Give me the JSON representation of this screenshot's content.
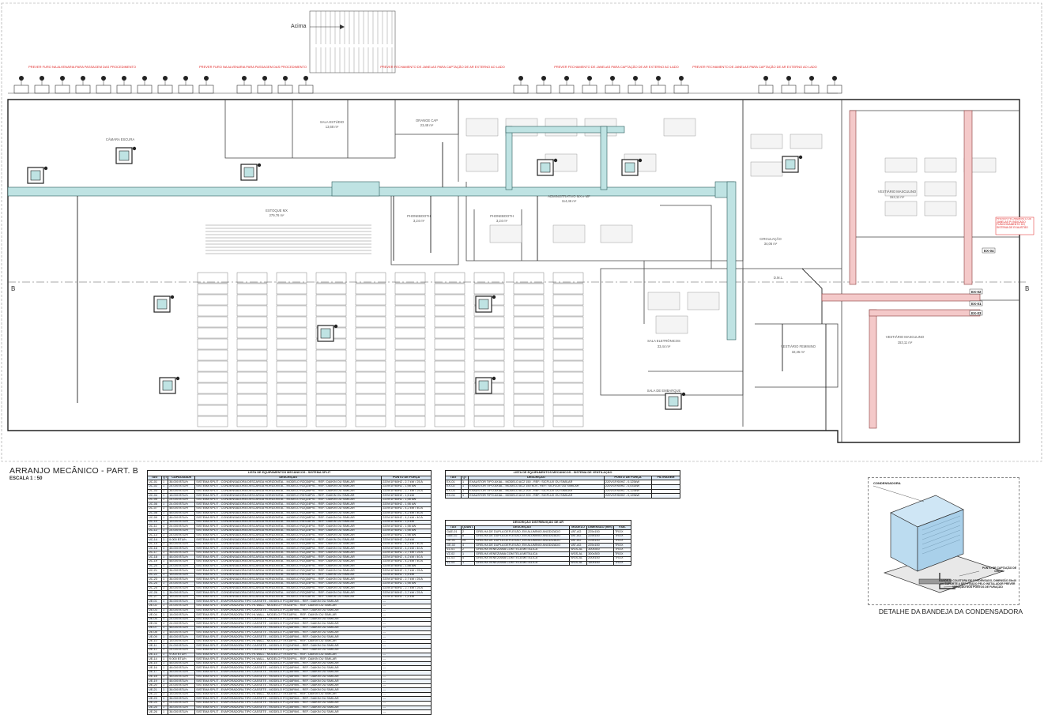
{
  "drawing": {
    "title": "ARRANJO MECÂNICO - PART. B",
    "scale": "ESCALA 1 : 50",
    "stair_label": "Acima",
    "section_mark": "B",
    "detail_title": "DETALHE DA BANDEJA DA CONDENSADORA",
    "detail_labels": {
      "condensadora": "CONDENSADORA",
      "ponto": "PONTO DE CAPTAÇÃO DE DRENO",
      "bandeja": "BANDEJA COLETORA DE CONDENSADO, DIMENSÃO 25x40 cm SUPORTE A SER FIXADO PELO INSTALADOR PREVER VEDAÇÃO NOS PONTOS DE FURAÇÃO"
    }
  },
  "rooms": [
    {
      "name": "CÂMARA ESCURA",
      "area": ""
    },
    {
      "name": "SALA ESTÚDIO",
      "area": "13,68 m²"
    },
    {
      "name": "ORANGE CAP",
      "area": "23,48 m²"
    },
    {
      "name": "ESTOQUE MX",
      "area": "279,76 m²"
    },
    {
      "name": "ADMINISTRATIVO MX e MF",
      "area": "114,46 m²"
    },
    {
      "name": "PHONEBOOTH",
      "area": "3,24 m²"
    },
    {
      "name": "PHONEBOOTH",
      "area": "3,24 m²"
    },
    {
      "name": "CIRCULAÇÃO",
      "area": "34,06 m²"
    },
    {
      "name": "VESTIÁRIO MASCULINO",
      "area": "153,11 m²"
    },
    {
      "name": "D.M.L.",
      "area": ""
    },
    {
      "name": "SALA ELETRÔNICOS",
      "area": "33,44 m²"
    },
    {
      "name": "VESTIÁRIO FEMININO",
      "area": "32,45 m²"
    },
    {
      "name": "VESTIÁRIO MASCULINO",
      "area": "153,11 m²"
    },
    {
      "name": "SALA DE EMBARQUE",
      "area": ""
    }
  ],
  "notes_red": [
    "PREVER FURO NA ALVENARIA PARA PASSAGEM DAS PROCEDIMENTO",
    "PREVER FURO NA ALVENARIA PARA PASSAGEM DAS PROCEDIMENTO",
    "PREVER FECHAMENTO DE JANELAS PARA CAPTAÇÃO DE AR EXTERNO AO LADO",
    "PREVER FECHAMENTO DE JANELAS PARA CAPTAÇÃO DE AR EXTERNO AO LADO",
    "PREVER FECHAMENTO DE JANELAS PARA CAPTAÇÃO DE AR EXTERNO AO LADO",
    "PREVER FECHAMENTO DE JANELAS P/ INDICADO FUNCIONAMENTO DO SISTEMA DE EXAUSTÃO"
  ],
  "equipment_tags": [
    "EX-04",
    "EX-02",
    "EX-01",
    "EX-03"
  ],
  "split_table": {
    "title": "LISTA DE EQUIPAMENTOS MECÂNICOS - SISTEMA SPLIT",
    "headers": [
      "TAG",
      "QT",
      "CAPACIDADE",
      "DESCRIÇÃO",
      "PONTO DE FORÇA"
    ],
    "rows": [
      [
        "UC-01",
        "1",
        "36.000 BTU/h",
        "SISTEMA SPLIT - CONDENSADORA DESCARGA HORIZONTAL - MODELO RZQ36PVL - REF.: DAIKIN OU SIMILAR",
        "220V/1F/60HZ - 2,7 kW / 25 A"
      ],
      [
        "UC-02",
        "1",
        "24.000 BTU/h",
        "SISTEMA SPLIT - CONDENSADORA DESCARGA HORIZONTAL - MODELO RZQ24PVL - REF.: DAIKIN OU SIMILAR",
        "220V/1F/60HZ - 1,98 kW"
      ],
      [
        "UC-03",
        "1",
        "36.000 BTU/h",
        "SISTEMA SPLIT - CONDENSADORA DESCARGA HORIZONTAL - MODELO RZQ36PVL - REF.: DAIKIN OU SIMILAR",
        "220V/1F/60HZ - 2,7 kW / 25 A"
      ],
      [
        "UC-04",
        "1",
        "18.000 BTU/h",
        "SISTEMA SPLIT - CONDENSADORA DESCARGA HORIZONTAL - MODELO RKS18PVL - REF.: DAIKIN OU SIMILAR",
        "220V/1F/60HZ - 1,5 kW"
      ],
      [
        "UC-05",
        "1",
        "24.000 BTU/h",
        "SISTEMA SPLIT - CONDENSADORA DESCARGA HORIZONTAL - MODELO RZQ24PVL - REF.: DAIKIN OU SIMILAR",
        "220V/1F/60HZ - 1,98 kW"
      ],
      [
        "UC-06",
        "1",
        "24.000 BTU/h",
        "SISTEMA SPLIT - CONDENSADORA DESCARGA HORIZONTAL - MODELO RZQ24PVL - REF.: DAIKIN OU SIMILAR",
        "220V/1F/60HZ - 1,98 kW"
      ],
      [
        "UC-07",
        "1",
        "48.000 BTU/h",
        "SISTEMA SPLIT - CONDENSADORA DESCARGA HORIZONTAL - MODELO RZQ48PVL - REF.: DAIKIN OU SIMILAR",
        "220V/1F/60HZ - 4,2 kW / 40 A"
      ],
      [
        "UC-08",
        "1",
        "48.000 BTU/h",
        "SISTEMA SPLIT - CONDENSADORA DESCARGA HORIZONTAL - MODELO RZQ48PVL - REF.: DAIKIN OU SIMILAR",
        "220V/1F/60HZ - 4,2 kW / 40 A"
      ],
      [
        "UC-09",
        "1",
        "48.000 BTU/h",
        "SISTEMA SPLIT - CONDENSADORA DESCARGA HORIZONTAL - MODELO RZQ48PVL - REF.: DAIKIN OU SIMILAR",
        "220V/1F/60HZ - 4,2 kW / 40 A"
      ],
      [
        "UC-10",
        "1",
        "18.000 BTU/h",
        "SISTEMA SPLIT - CONDENSADORA DESCARGA HORIZONTAL - MODELO RKS18PVL - REF.: DAIKIN OU SIMILAR",
        "220V/1F/60HZ - 1,5 kW"
      ],
      [
        "UC-11",
        "1",
        "24.000 BTU/h",
        "SISTEMA SPLIT - CONDENSADORA DESCARGA HORIZONTAL - MODELO RZQ24PVL - REF.: DAIKIN OU SIMILAR",
        "220V/1F/60HZ - 1,98 kW"
      ],
      [
        "UC-12",
        "1",
        "24.000 BTU/h",
        "SISTEMA SPLIT - CONDENSADORA DESCARGA HORIZONTAL - MODELO RZQ24PVL - REF.: DAIKIN OU SIMILAR",
        "220V/1F/60HZ - 1,98 kW"
      ],
      [
        "UC-13",
        "1",
        "24.000 BTU/h",
        "SISTEMA SPLIT - CONDENSADORA DESCARGA HORIZONTAL - MODELO RZQ24PVL - REF.: DAIKIN OU SIMILAR",
        "220V/1F/60HZ - 1,98 kW"
      ],
      [
        "UC-14",
        "1",
        "9.000 BTU/h",
        "SISTEMA SPLIT - CONDENSADORA DESCARGA HORIZONTAL - MODELO RKS09PVL - REF.: DAIKIN OU SIMILAR",
        "220V/1F/60HZ - 0,8 kW"
      ],
      [
        "UC-15",
        "1",
        "48.000 BTU/h",
        "SISTEMA SPLIT - CONDENSADORA DESCARGA HORIZONTAL - MODELO RZQ48PVL - REF.: DAIKIN OU SIMILAR",
        "220V/1F/60HZ - 4,2 kW / 40 A"
      ],
      [
        "UC-16",
        "1",
        "48.000 BTU/h",
        "SISTEMA SPLIT - CONDENSADORA DESCARGA HORIZONTAL - MODELO RZQ48PVL - REF.: DAIKIN OU SIMILAR",
        "220V/1F/60HZ - 4,2 kW / 40 A"
      ],
      [
        "UC-17",
        "1",
        "36.000 BTU/h",
        "SISTEMA SPLIT - CONDENSADORA DESCARGA HORIZONTAL - MODELO RZQ36PVL - REF.: DAIKIN OU SIMILAR",
        "220V/1F/60HZ - 2,7 kW / 25 A"
      ],
      [
        "UC-18",
        "1",
        "48.000 BTU/h",
        "SISTEMA SPLIT - CONDENSADORA DESCARGA HORIZONTAL - MODELO RZQ48PVL - REF.: DAIKIN OU SIMILAR",
        "220V/1F/60HZ - 4,2 kW / 40 A"
      ],
      [
        "UC-19",
        "1",
        "48.000 BTU/h",
        "SISTEMA SPLIT - CONDENSADORA DESCARGA HORIZONTAL - MODELO RZQ48PVL - REF.: DAIKIN OU SIMILAR",
        "220V/1F/60HZ - 4,2 kW / 40 A"
      ],
      [
        "UC-20",
        "1",
        "24.000 BTU/h",
        "SISTEMA SPLIT - CONDENSADORA DESCARGA HORIZONTAL - MODELO RZQ24PVL - REF.: DAIKIN OU SIMILAR",
        "220V/1F/60HZ - 1,98 kW"
      ],
      [
        "UC-21",
        "1",
        "36.000 BTU/h",
        "SISTEMA SPLIT - CONDENSADORA DESCARGA HORIZONTAL - MODELO RZQ36PVL - REF.: DAIKIN OU SIMILAR",
        "220V/1F/60HZ - 2,7 kW / 25 A"
      ],
      [
        "UC-22",
        "1",
        "18.000 BTU/h",
        "SISTEMA SPLIT - CONDENSADORA DESCARGA HORIZONTAL - MODELO RKS18PVL - REF.: DAIKIN OU SIMILAR",
        "220V/1F/60HZ - 1,5 kW"
      ],
      [
        "UC-23",
        "1",
        "36.000 BTU/h",
        "SISTEMA SPLIT - CONDENSADORA DESCARGA HORIZONTAL - MODELO RZQ36PVL - REF.: DAIKIN OU SIMILAR",
        "220V/1F/60HZ - 2,7 kW / 25 A"
      ],
      [
        "UC-24",
        "1",
        "24.000 BTU/h",
        "SISTEMA SPLIT - CONDENSADORA DESCARGA HORIZONTAL - MODELO RZQ24PVL - REF.: DAIKIN OU SIMILAR",
        "220V/1F/60HZ - 1,98 kW"
      ],
      [
        "UC-25",
        "1",
        "36.000 BTU/h",
        "SISTEMA SPLIT - CONDENSADORA DESCARGA HORIZONTAL - MODELO RZQ36PVL - REF.: DAIKIN OU SIMILAR",
        "220V/1F/60HZ - 2,7 kW / 25 A"
      ],
      [
        "UC-26",
        "1",
        "36.000 BTU/h",
        "SISTEMA SPLIT - CONDENSADORA DESCARGA HORIZONTAL - MODELO RZQ36PVL - REF.: DAIKIN OU SIMILAR",
        "220V/1F/60HZ - 2,7 kW / 25 A"
      ],
      [
        "UC-27",
        "1",
        "18.000 BTU/h",
        "SISTEMA SPLIT - CONDENSADORA DESCARGA HORIZONTAL - MODELO RKS18PVL - REF.: DAIKIN OU SIMILAR",
        "220V/1F/60HZ - 1,5 kW"
      ],
      [
        "UE-01",
        "1",
        "36.000 BTU/h",
        "SISTEMA SPLIT - EVAPORADORA TIPO CASSETE - MODELO FCQ36PAVL - REF.: DAIKIN OU SIMILAR",
        "---"
      ],
      [
        "UE-02",
        "1",
        "24.000 BTU/h",
        "SISTEMA SPLIT - EVAPORADORA TIPO HI-WALL - MODELO FTKS24PVL - REF.: DAIKIN OU SIMILAR",
        "---"
      ],
      [
        "UE-03",
        "1",
        "36.000 BTU/h",
        "SISTEMA SPLIT - EVAPORADORA TIPO CASSETE - MODELO FCQ36PAVL - REF.: DAIKIN OU SIMILAR",
        "---"
      ],
      [
        "UE-04",
        "1",
        "18.000 BTU/h",
        "SISTEMA SPLIT - EVAPORADORA TIPO HI-WALL - MODELO FTKS18PVL - REF.: DAIKIN OU SIMILAR",
        "---"
      ],
      [
        "UE-05",
        "1",
        "24.000 BTU/h",
        "SISTEMA SPLIT - EVAPORADORA TIPO CASSETE - MODELO FCQ24PAVL - REF.: DAIKIN OU SIMILAR",
        "---"
      ],
      [
        "UE-06",
        "1",
        "24.000 BTU/h",
        "SISTEMA SPLIT - EVAPORADORA TIPO CASSETE - MODELO FCQ24PAVL - REF.: DAIKIN OU SIMILAR",
        "---"
      ],
      [
        "UE-07",
        "1",
        "48.000 BTU/h",
        "SISTEMA SPLIT - EVAPORADORA TIPO CASSETE - MODELO FCQ48PAVL - REF.: DAIKIN OU SIMILAR",
        "---"
      ],
      [
        "UE-08",
        "1",
        "48.000 BTU/h",
        "SISTEMA SPLIT - EVAPORADORA TIPO CASSETE - MODELO FCQ48PAVL - REF.: DAIKIN OU SIMILAR",
        "---"
      ],
      [
        "UE-09",
        "1",
        "48.000 BTU/h",
        "SISTEMA SPLIT - EVAPORADORA TIPO CASSETE - MODELO FCQ48PAVL - REF.: DAIKIN OU SIMILAR",
        "---"
      ],
      [
        "UE-10",
        "1",
        "18.000 BTU/h",
        "SISTEMA SPLIT - EVAPORADORA TIPO HI-WALL - MODELO FTKS18PVL - REF.: DAIKIN OU SIMILAR",
        "---"
      ],
      [
        "UE-11",
        "1",
        "24.000 BTU/h",
        "SISTEMA SPLIT - EVAPORADORA TIPO CASSETE - MODELO FCQ24PAVL - REF.: DAIKIN OU SIMILAR",
        "---"
      ],
      [
        "UE-12",
        "1",
        "24.000 BTU/h",
        "SISTEMA SPLIT - EVAPORADORA TIPO CASSETE - MODELO FCQ24PAVL - REF.: DAIKIN OU SIMILAR",
        "---"
      ],
      [
        "UE-13",
        "1",
        "9.000 BTU/h",
        "SISTEMA SPLIT - EVAPORADORA TIPO HI-WALL - MODELO FTKS09PVL - REF.: DAIKIN OU SIMILAR",
        "---"
      ],
      [
        "UE-14",
        "1",
        "9.000 BTU/h",
        "SISTEMA SPLIT - EVAPORADORA TIPO HI-WALL - MODELO FTKS09PVL - REF.: DAIKIN OU SIMILAR",
        "---"
      ],
      [
        "UE-15",
        "1",
        "48.000 BTU/h",
        "SISTEMA SPLIT - EVAPORADORA TIPO CASSETE - MODELO FCQ48PAVL - REF.: DAIKIN OU SIMILAR",
        "---"
      ],
      [
        "UE-16",
        "1",
        "48.000 BTU/h",
        "SISTEMA SPLIT - EVAPORADORA TIPO CASSETE - MODELO FCQ48PAVL - REF.: DAIKIN OU SIMILAR",
        "---"
      ],
      [
        "UE-17",
        "1",
        "36.000 BTU/h",
        "SISTEMA SPLIT - EVAPORADORA TIPO CASSETE - MODELO FCQ36PAVL - REF.: DAIKIN OU SIMILAR",
        "---"
      ],
      [
        "UE-18",
        "1",
        "48.000 BTU/h",
        "SISTEMA SPLIT - EVAPORADORA TIPO CASSETE - MODELO FCQ48PAVL - REF.: DAIKIN OU SIMILAR",
        "---"
      ],
      [
        "UE-19",
        "1",
        "48.000 BTU/h",
        "SISTEMA SPLIT - EVAPORADORA TIPO CASSETE - MODELO FCQ48PAVL - REF.: DAIKIN OU SIMILAR",
        "---"
      ],
      [
        "UE-20",
        "1",
        "24.000 BTU/h",
        "SISTEMA SPLIT - EVAPORADORA TIPO CASSETE - MODELO FCQ24PAVL - REF.: DAIKIN OU SIMILAR",
        "---"
      ],
      [
        "UE-21",
        "1",
        "36.000 BTU/h",
        "SISTEMA SPLIT - EVAPORADORA TIPO CASSETE - MODELO FCQ36PAVL - REF.: DAIKIN OU SIMILAR",
        "---"
      ],
      [
        "UE-22",
        "1",
        "18.000 BTU/h",
        "SISTEMA SPLIT - EVAPORADORA TIPO HI-WALL - MODELO FTKS18PVL - REF.: DAIKIN OU SIMILAR",
        "---"
      ],
      [
        "UE-23",
        "1",
        "36.000 BTU/h",
        "SISTEMA SPLIT - EVAPORADORA TIPO CASSETE - MODELO FCQ36PAVL - REF.: DAIKIN OU SIMILAR",
        "---"
      ],
      [
        "UE-24",
        "1",
        "24.000 BTU/h",
        "SISTEMA SPLIT - EVAPORADORA TIPO CASSETE - MODELO FCQ24PAVL - REF.: DAIKIN OU SIMILAR",
        "---"
      ],
      [
        "UE-25",
        "1",
        "36.000 BTU/h",
        "SISTEMA SPLIT - EVAPORADORA TIPO CASSETE - MODELO FCQ36PAVL - REF.: DAIKIN OU SIMILAR",
        "---"
      ],
      [
        "UE-26",
        "1",
        "36.000 BTU/h",
        "SISTEMA SPLIT - EVAPORADORA TIPO CASSETE - MODELO FCQ36PAVL - REF.: DAIKIN OU SIMILAR",
        "---"
      ]
    ]
  },
  "vent_table": {
    "title": "LISTA DE EQUIPAMENTOS MECÂNICOS - SISTEMA DE VENTILAÇÃO",
    "headers": [
      "TAG",
      "QT",
      "DESCRIÇÃO",
      "PONTO DE FORÇA",
      "FILTRAGEM"
    ],
    "rows": [
      [
        "EX-01",
        "1",
        "EXAUSTOR TIPO AXIAL - MODELO AC2 150 - REF.: SICFLUX OU SIMILAR",
        "220V/1F/60HZ - 0,125kW",
        ""
      ],
      [
        "EX-02",
        "1",
        "EXAUSTOR TIPO AXIAL - MODELO AC2 150 M-N - REF.: SICFLUX OU SIMILAR",
        "220V/1F/60HZ - 0,031kW",
        ""
      ],
      [
        "EX-03",
        "1",
        "EXAUSTOR TIPO AXIAL - MODELO AC2 200 - REF.: SICFLUX OU SIMILAR",
        "220V/1F/60HZ - 0,125kW",
        ""
      ],
      [
        "EX-04",
        "1",
        "EXAUSTOR TIPO AXIAL - MODELO AC2 200 - REF.: SICFLUX OU SIMILAR",
        "220V/1F/60HZ - 0,125kW",
        ""
      ]
    ]
  },
  "air_table": {
    "title": "DESCRIÇÃO DISTRIBUIÇÃO DE AR",
    "headers": [
      "TAG",
      "QUANT.",
      "DESCRIÇÃO",
      "MODELO",
      "DIMENSÃO (mm)",
      "FAB."
    ],
    "rows": [
      [
        "GAE-01",
        "2",
        "GRELHA DE DUPLA DEFLEXÃO, EM ALUMÍNIO ANODIZADO",
        "VAT-AG",
        "225x150",
        "TROX"
      ],
      [
        "GAE-02",
        "8",
        "GRELHA DE DUPLA DEFLEXÃO, EM ALUMÍNIO ANODIZADO",
        "VAT-AG",
        "225x150",
        "TROX"
      ],
      [
        "GE-01",
        "25",
        "GRELHA DE DUPLA DEFLEXÃO, EM ALUMÍNIO ANODIZADO",
        "VAT-AG",
        "225x150",
        "TROX"
      ],
      [
        "GE-02",
        "4",
        "GRELHA DE DUPLA DEFLEXÃO, EM ALUMÍNIO ANODIZADO",
        "VAT-AG",
        "225x150",
        "TROX"
      ],
      [
        "VZ-01",
        "2",
        "GRELHA VENEZIANA COM TELA METÁLICA",
        "WGS-AL",
        "300x300",
        "TROX"
      ],
      [
        "VZ-02",
        "1",
        "GRELHA VENEZIANA COM TELA METÁLICA",
        "WGS-AL",
        "300x300",
        "TROX"
      ],
      [
        "VZ-03",
        "4",
        "GRELHA VENEZIANA COM TELA METÁLICA",
        "WGS-AL",
        "200x150",
        "TROX"
      ],
      [
        "VZ-04",
        "1",
        "GRELHA VENEZIANA COM TELA METÁLICA",
        "WGS-AL",
        "150x150",
        "TROX"
      ]
    ]
  },
  "colors": {
    "duct": "#bfe3e3",
    "exhaust_duct": "#f4c9c9",
    "note": "#e02020",
    "table_header": "#dbe8f5"
  }
}
